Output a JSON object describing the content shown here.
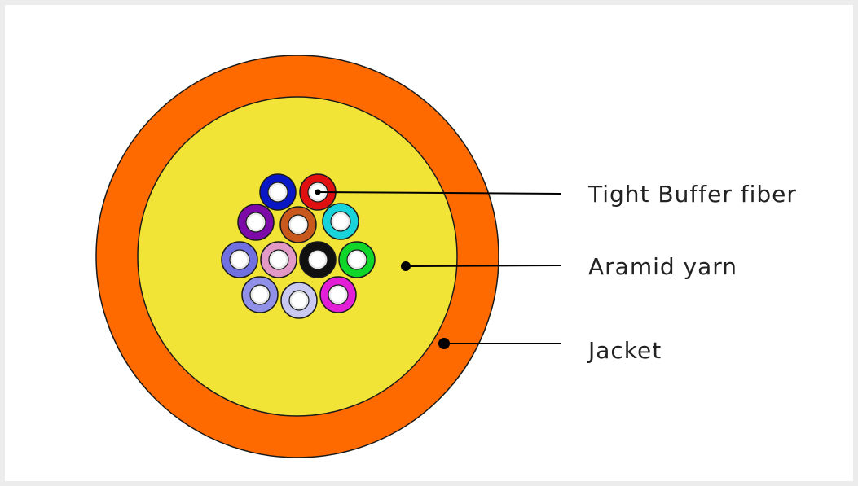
{
  "labels": {
    "tight_buffer": "Tight Buffer fiber",
    "aramid": "Aramid yarn",
    "jacket": "Jacket"
  },
  "colors": {
    "jacket": "#ff6a00",
    "aramid": "#f2e437",
    "outline": "#1a1a1a",
    "fiber_core": "#ffffff",
    "fiber_ring": "#e8e8e8",
    "leader": "#000000"
  },
  "fibers": [
    {
      "name": "blue",
      "color": "#0a17c4"
    },
    {
      "name": "red",
      "color": "#e01010"
    },
    {
      "name": "violet",
      "color": "#7d0aa8"
    },
    {
      "name": "brown",
      "color": "#c9581c"
    },
    {
      "name": "aqua",
      "color": "#19d3db"
    },
    {
      "name": "slate",
      "color": "#7070e0"
    },
    {
      "name": "rose",
      "color": "#e399c6"
    },
    {
      "name": "black",
      "color": "#101010"
    },
    {
      "name": "green",
      "color": "#10d62a"
    },
    {
      "name": "light-violet",
      "color": "#9090e8"
    },
    {
      "name": "lavender",
      "color": "#c8c8f0"
    },
    {
      "name": "magenta",
      "color": "#e21fd6"
    }
  ]
}
